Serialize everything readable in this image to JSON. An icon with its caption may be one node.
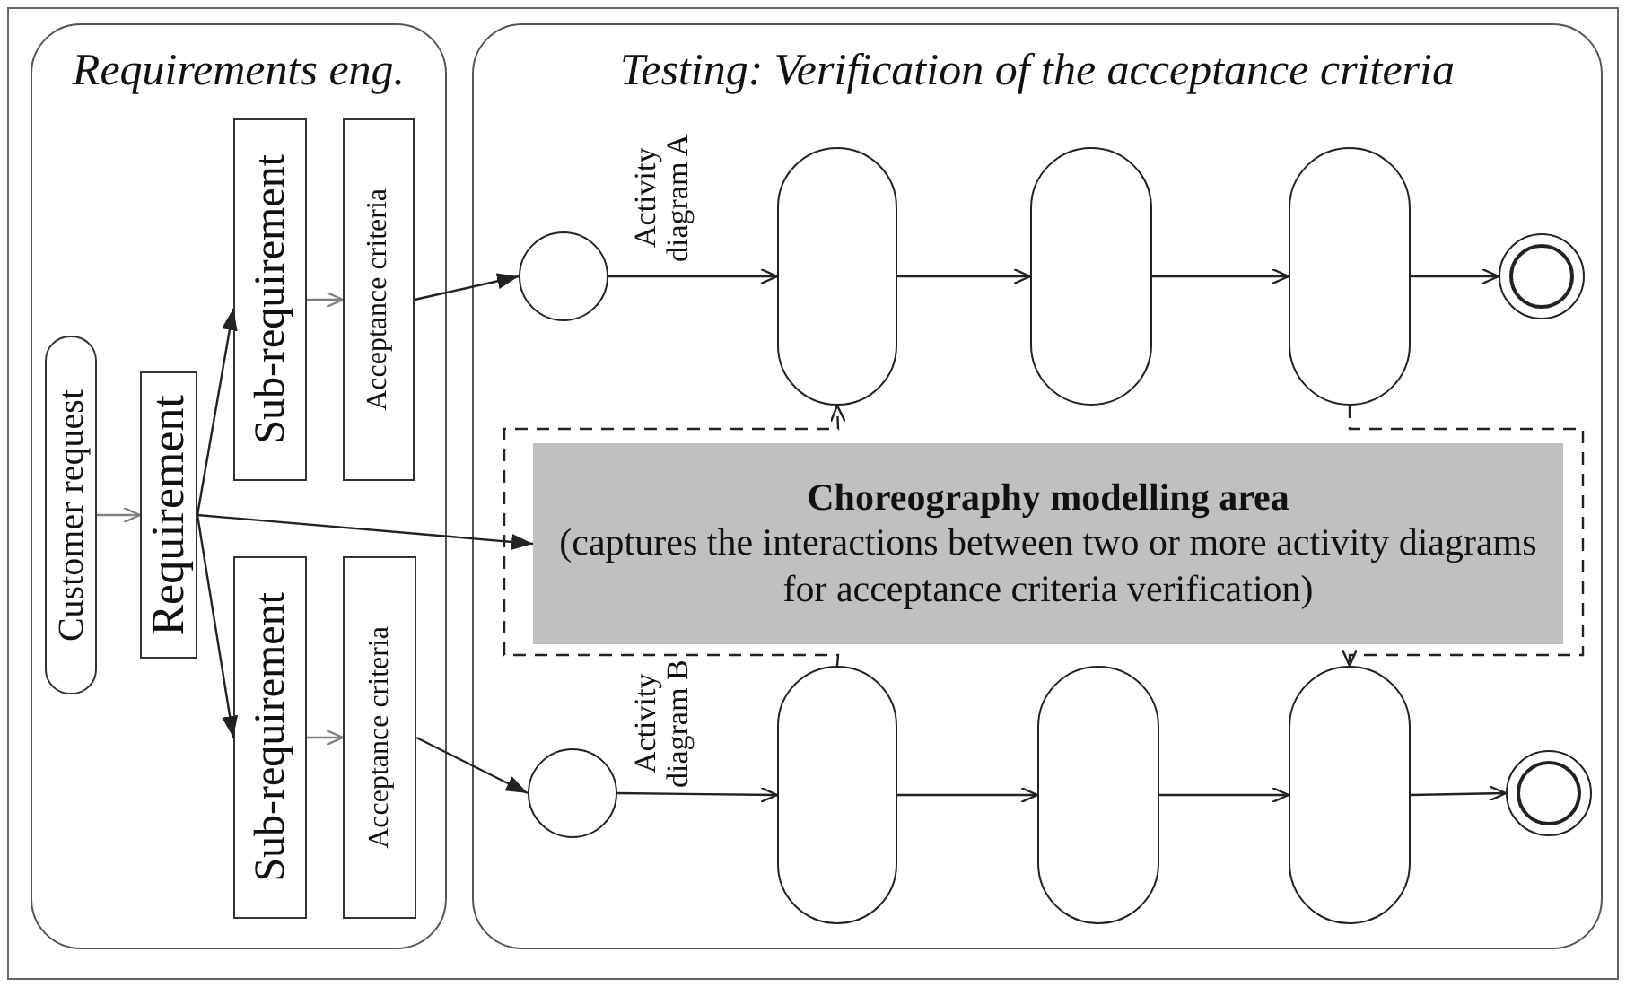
{
  "diagram": {
    "nodes": [
      {
        "text": [
          "Requirements eng."
        ]
      },
      {
        "text": [
          "Customer request"
        ],
        "in": 0
      },
      {
        "text": [
          "Requirement"
        ],
        "in": 0
      },
      {
        "text": [
          "Sub-requirement"
        ],
        "in": 0
      },
      {
        "text": [
          "Acceptance criteria"
        ],
        "in": 0
      },
      {
        "text": [
          "Sub-requirement"
        ],
        "in": 0
      },
      {
        "text": [
          "Acceptance criteria"
        ],
        "in": 0
      },
      {
        "text": [
          "Testing: Verification of the acceptance criteria"
        ]
      },
      {
        "text": [],
        "shape": "circle",
        "in": 7,
        "beside": [
          "Activity diagram A"
        ]
      },
      {
        "text": [],
        "shape": "capsule",
        "in": 7
      },
      {
        "text": [],
        "shape": "capsule",
        "in": 7
      },
      {
        "text": [],
        "shape": "capsule",
        "in": 7
      },
      {
        "text": [],
        "shape": "bullseye",
        "in": 7
      },
      {
        "text": [
          "Choreography modelling area",
          "(captures the interactions between two or more activity diagrams for acceptance criteria verification)"
        ],
        "in": 7
      },
      {
        "text": [],
        "shape": "circle",
        "in": 7,
        "beside": [
          "Activity diagram B"
        ]
      },
      {
        "text": [],
        "shape": "capsule",
        "in": 7
      },
      {
        "text": [],
        "shape": "capsule",
        "in": 7
      },
      {
        "text": [],
        "shape": "capsule",
        "in": 7
      },
      {
        "text": [],
        "shape": "bullseye",
        "in": 7
      }
    ],
    "edges": [
      {
        "from": 1,
        "to": 2,
        "arrow": "to",
        "color": "#808080"
      },
      {
        "from": 2,
        "to": 3,
        "arrow": "to"
      },
      {
        "from": 2,
        "to": 5,
        "arrow": "to"
      },
      {
        "from": 2,
        "to": 13,
        "arrow": "to"
      },
      {
        "from": 3,
        "to": 4,
        "arrow": "to",
        "color": "#808080"
      },
      {
        "from": 5,
        "to": 6,
        "arrow": "to",
        "color": "#808080"
      },
      {
        "from": 4,
        "to": 8,
        "arrow": "to"
      },
      {
        "from": 6,
        "to": 14,
        "arrow": "to"
      },
      {
        "from": 8,
        "to": 9,
        "arrow": "to"
      },
      {
        "from": 9,
        "to": 10,
        "arrow": "to"
      },
      {
        "from": 10,
        "to": 11,
        "arrow": "to"
      },
      {
        "from": 11,
        "to": 12,
        "arrow": "to"
      },
      {
        "from": 14,
        "to": 15,
        "arrow": "to"
      },
      {
        "from": 15,
        "to": 16,
        "arrow": "to"
      },
      {
        "from": 16,
        "to": 17,
        "arrow": "to"
      },
      {
        "from": 17,
        "to": 18,
        "arrow": "to"
      },
      {
        "from": 15,
        "to": 9,
        "arrow": "to",
        "style": "dashed"
      },
      {
        "from": 11,
        "to": 17,
        "arrow": "to",
        "style": "dashed"
      }
    ]
  }
}
